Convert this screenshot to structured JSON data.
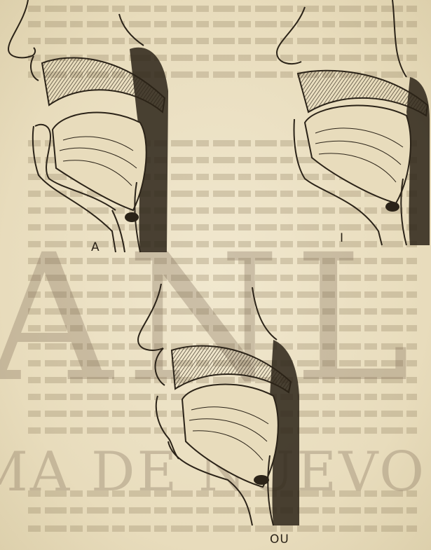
{
  "figures": [
    {
      "id": "A",
      "label": "A"
    },
    {
      "id": "I",
      "label": "I"
    },
    {
      "id": "OU",
      "label": "OU"
    }
  ],
  "watermark": {
    "big_text": "ANL",
    "small_text": "MA DE NUEVO LEÓN"
  },
  "colors": {
    "ink": "#2b2318",
    "paper": "#ece2c7",
    "watermark": "#786450"
  }
}
